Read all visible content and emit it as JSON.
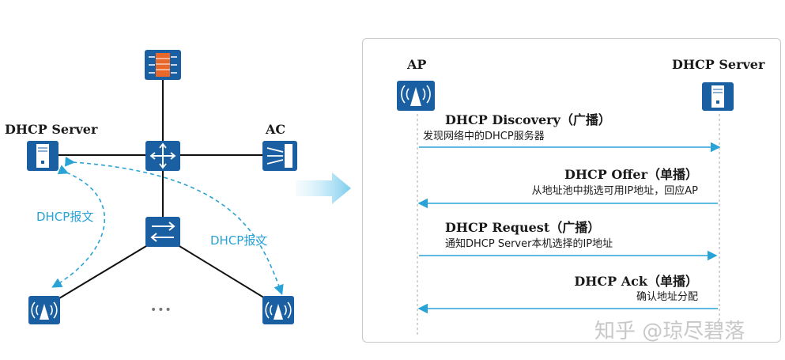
{
  "topology": {
    "dhcp_server_label": "DHCP Server",
    "ac_label": "AC",
    "flow_label_left": "DHCP报文",
    "flow_label_right": "DHCP报文",
    "ellipsis": "•••"
  },
  "sequence": {
    "ap_label": "AP",
    "server_label": "DHCP Server",
    "messages": [
      {
        "title": "DHCP Discovery（广播）",
        "desc": "发现网络中的DHCP服务器",
        "direction": "ap-to-server"
      },
      {
        "title": "DHCP Offer（单播）",
        "desc": "从地址池中挑选可用IP地址，回应AP",
        "direction": "server-to-ap"
      },
      {
        "title": "DHCP Request（广播）",
        "desc": "通知DHCP Server本机选择的IP地址",
        "direction": "ap-to-server"
      },
      {
        "title": "DHCP Ack（单播）",
        "desc": "确认地址分配",
        "direction": "server-to-ap"
      }
    ]
  },
  "watermark": "知乎 @琼尽碧落",
  "colors": {
    "icon_blue": "#1b5fa3",
    "arrow_cyan": "#29a3d6",
    "firewall_orange": "#e8672a",
    "panel_border": "#c8c8c8"
  }
}
